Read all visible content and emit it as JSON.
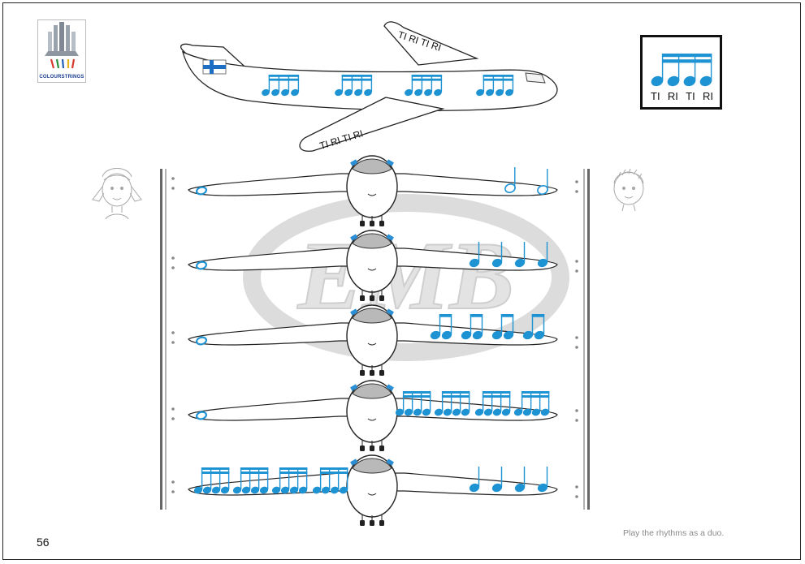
{
  "logo": {
    "label": "COLOURSTRINGS"
  },
  "big_plane": {
    "wing_top_label": "TI RI TI RI",
    "wing_bottom_label": "TI RI TI RI",
    "flag": "finnish-flag",
    "body_note_groups": 4
  },
  "legend": {
    "syllables": [
      "TI",
      "RI",
      "TI",
      "RI"
    ]
  },
  "watermark": {
    "text": "EMB"
  },
  "rows": [
    {
      "left_part": "whole-note",
      "right_part": "2 half notes"
    },
    {
      "left_part": "whole-note",
      "right_part": "4 quarter notes"
    },
    {
      "left_part": "whole-note",
      "right_part": "4 pairs of eighth notes"
    },
    {
      "left_part": "whole-note",
      "right_part": "4 groups of sixteenth notes"
    },
    {
      "left_part": "4 groups of sixteenth notes",
      "right_part": "4 quarter notes"
    }
  ],
  "colors": {
    "notes": "#1e93d3",
    "outline": "#222222",
    "watermark": "#d9d9d9",
    "caption": "#8a8a8a"
  },
  "page_number": "56",
  "caption": "Play the rhythms as a duo."
}
